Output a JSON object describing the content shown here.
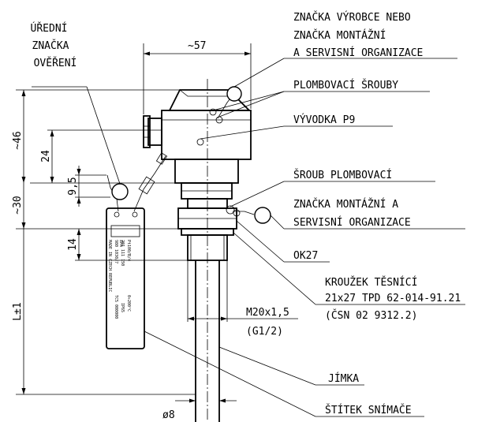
{
  "labels": {
    "official_mark": [
      "ÚŘEDNÍ",
      "ZNAČKA",
      "OVĚŘENÍ"
    ],
    "manufacturer_mark": [
      "ZNAČKA VÝROBCE NEBO",
      "ZNAČKA MONTÁŽNÍ",
      "A SERVISNÍ ORGANIZACE"
    ],
    "seal_screws": "PLOMBOVACÍ ŠROUBY",
    "cable_gland": "VÝVODKA P9",
    "seal_screw": "ŠROUB PLOMBOVACÍ",
    "assembly_mark": [
      "ZNAČKA MONTÁŽNÍ A",
      "SERVISNÍ ORGANIZACE"
    ],
    "hex": "OK27",
    "seal_ring": [
      "KROUŽEK TĚSNÍCÍ",
      "21x27 TPD 62-014-91.21",
      "(ČSN 02 9312.2)"
    ],
    "thermowell": "JÍMKA",
    "sensor_plate": "ŠTÍTEK SNÍMAČE"
  },
  "dimensions": {
    "width_top": "~57",
    "d46": "~46",
    "d24": "24",
    "d9_5": "9,5",
    "d30": "~30",
    "d14": "14",
    "length": "L±1",
    "thread": "M20x1,5",
    "thread_alt": "(G1/2)",
    "diameter": "ø8"
  },
  "plate_text": {
    "brand": "ZPA",
    "lines": [
      "Pt100/B/4",
      "0÷200°C",
      "201 111 150",
      "IP65",
      "980 1030/7",
      "TC5 000000",
      "MADE IN CZECH REPUBLIC"
    ]
  }
}
